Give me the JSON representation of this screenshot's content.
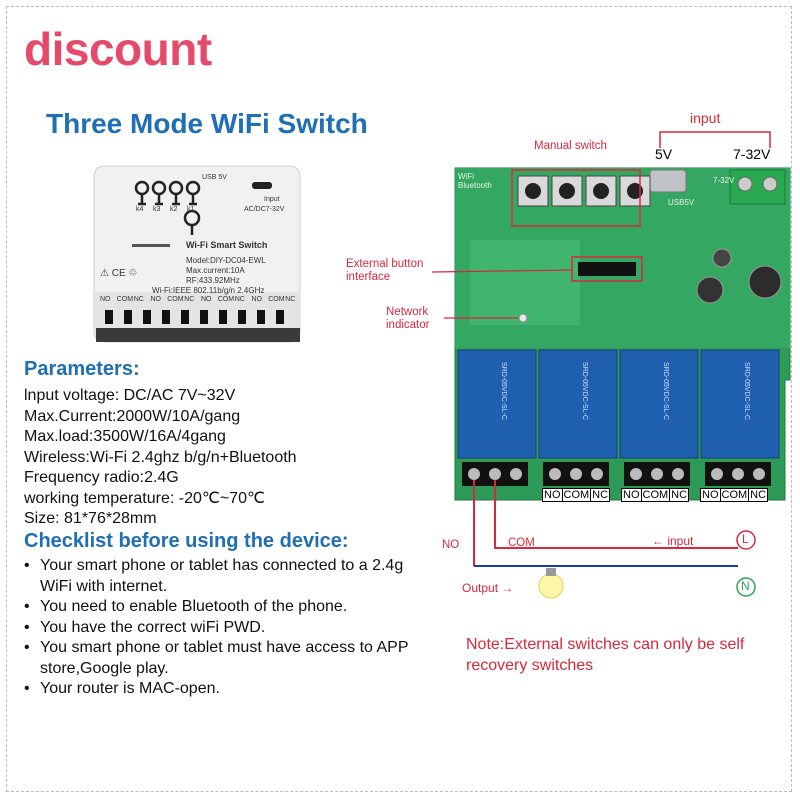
{
  "header": {
    "discount": "discount",
    "title": "Three Mode WiFi Switch"
  },
  "module": {
    "usb": "USB 5V",
    "input": "Input",
    "acdc": "AC/DC7-32V",
    "keys": [
      "k4",
      "k3",
      "k2",
      "k1"
    ],
    "name": "Wi-Fi Smart Switch",
    "model": "Model:DIY-DC04-EWL",
    "current": "Max.current:10A",
    "rf": "RF:433.92MHz",
    "wifi": "Wi-Fi:IEEE 802.11b/g/n 2.4GHz",
    "terminals": [
      "NO",
      "COM",
      "NC",
      "NO",
      "COM",
      "NC",
      "NO",
      "COM",
      "NC",
      "NO",
      "COM",
      "NC"
    ]
  },
  "parameters": {
    "heading": "Parameters:",
    "items": [
      "lnput voltage: DC/AC 7V~32V",
      "Max.Current:2000W/10A/gang",
      "Max.load:3500W/16A/4gang",
      "Wireless:Wi-Fi 2.4ghz b/g/n+Bluetooth",
      "Frequency radio:2.4G",
      "working temperature: -20℃~70℃",
      "Size: 81*76*28mm"
    ]
  },
  "checklist": {
    "heading": "Checklist before using the device:",
    "items": [
      "Your smart phone or tablet has connected to a 2.4g WiFi with internet.",
      "You need to enable Bluetooth of the phone.",
      "You have the correct wiFi PWD.",
      "You smart phone or tablet must have access to APP store,Google play.",
      "Your router is MAC-open."
    ]
  },
  "diagram": {
    "input": "input",
    "v5": "5V",
    "v732": "7-32V",
    "manual_switch": "Manual switch",
    "external_button": "External button interface",
    "network_indicator": "Network indicator",
    "usb5v": "USB5V",
    "wifi_bt": "WiFi Bluetooth",
    "v732_board": "7-32V",
    "relay_text": "SRD-05VDC-SL-C",
    "terminal_groups": [
      [
        "NO",
        "COM",
        "NC"
      ],
      [
        "NO",
        "COM",
        "NC"
      ],
      [
        "NO",
        "COM",
        "NC"
      ]
    ],
    "no": "NO",
    "com": "COM",
    "wire_input": "← input",
    "output": "Output →",
    "L": "L",
    "N": "N",
    "note": "Note:External switches can only be self recovery switches"
  }
}
